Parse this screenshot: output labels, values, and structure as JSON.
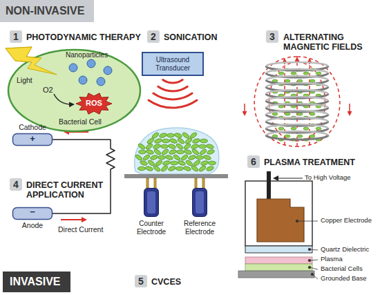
{
  "diagram": {
    "nodes": [
      {
        "text": [
          "NON-INVASIVE"
        ]
      },
      {
        "text": [
          "Nanoparticles",
          "O2",
          "Bacterial Cell"
        ]
      },
      {
        "text": [
          "ROS"
        ],
        "in": 1
      },
      {
        "text": [
          "Ultrasound Transducer"
        ]
      },
      {
        "text": [
          "Cathode",
          "+"
        ]
      },
      {
        "text": [
          "−",
          "Anode"
        ]
      },
      {
        "text": [
          "Counter Electrode"
        ]
      },
      {
        "text": [
          "Reference Electrode"
        ]
      },
      {
        "text": [
          "INVASIVE"
        ]
      }
    ],
    "edges": [
      {
        "from": 4,
        "to": 5,
        "arrow": "none"
      }
    ],
    "labels": [
      "1",
      "PHOTODYNAMIC THERAPY",
      "Light",
      "2",
      "SONICATION",
      "3",
      "ALTERNATING MAGNETIC FIELDS",
      "4",
      "DIRECT CURRENT APPLICATION",
      "Direct Current",
      "5",
      "CVCES",
      "6",
      "PLASMA TREATMENT",
      "To High Voltage",
      "Copper Electrode",
      "Quartz Dielectric",
      "Plasma",
      "Bacterial Cells",
      "Grounded Base"
    ]
  }
}
